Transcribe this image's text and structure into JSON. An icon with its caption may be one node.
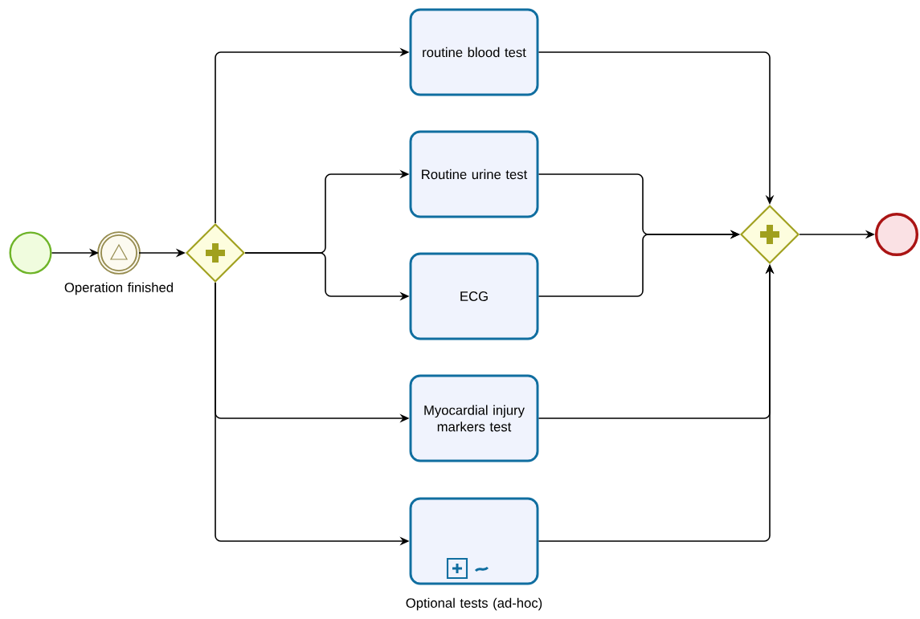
{
  "diagram": {
    "nodes": [
      {
        "text": [],
        "shape": "circle"
      },
      {
        "text": [
          "Operation finished"
        ]
      },
      {
        "text": [],
        "shape": "diamond"
      },
      {
        "text": [
          "routine blood test"
        ]
      },
      {
        "text": [
          "Routine urine test"
        ]
      },
      {
        "text": [
          "ECG"
        ]
      },
      {
        "text": [
          "Myocardial injury markers test"
        ]
      },
      {
        "text": [
          "Optional tests (ad-hoc)"
        ]
      },
      {
        "text": [],
        "shape": "diamond"
      },
      {
        "text": [],
        "shape": "circle"
      }
    ],
    "edges": [
      {
        "from": 0,
        "to": 1,
        "arrow": "to"
      },
      {
        "from": 1,
        "to": 2,
        "arrow": "to"
      },
      {
        "from": 2,
        "to": 3,
        "arrow": "to"
      },
      {
        "from": 2,
        "to": 4,
        "arrow": "to"
      },
      {
        "from": 2,
        "to": 5,
        "arrow": "to"
      },
      {
        "from": 2,
        "to": 6,
        "arrow": "to"
      },
      {
        "from": 2,
        "to": 7,
        "arrow": "to"
      },
      {
        "from": 3,
        "to": 8,
        "arrow": "to"
      },
      {
        "from": 4,
        "to": 8,
        "arrow": "to"
      },
      {
        "from": 5,
        "to": 8,
        "arrow": "to"
      },
      {
        "from": 6,
        "to": 8,
        "arrow": "to"
      },
      {
        "from": 7,
        "to": 8,
        "arrow": "to"
      },
      {
        "from": 8,
        "to": 9,
        "arrow": "to"
      }
    ]
  }
}
